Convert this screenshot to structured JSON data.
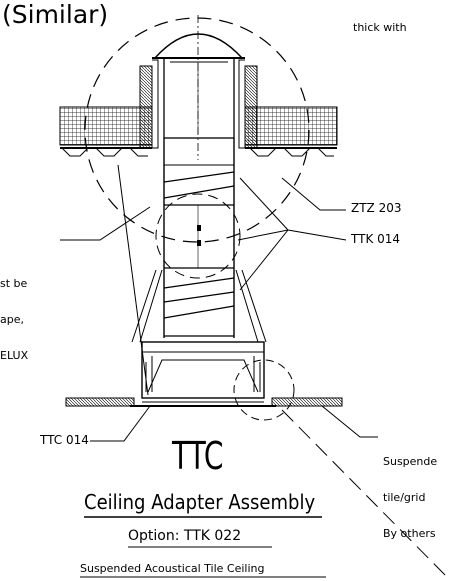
{
  "corner_title": "(Similar)",
  "corner_note": [
    "thick with"
  ],
  "left_note": [
    "st be",
    "ape,",
    "ELUX"
  ],
  "labels": {
    "ztz": "ZTZ 203",
    "ttk": "TTK 014",
    "ttc": "TTC 014",
    "suspended": [
      "Suspende",
      "tile/grid",
      "By others"
    ]
  },
  "title_block": {
    "main": "TTC",
    "subtitle": "Ceiling Adapter Assembly",
    "option": "Option: TTK 022",
    "description": "Suspended Acoustical Tile Ceiling"
  }
}
